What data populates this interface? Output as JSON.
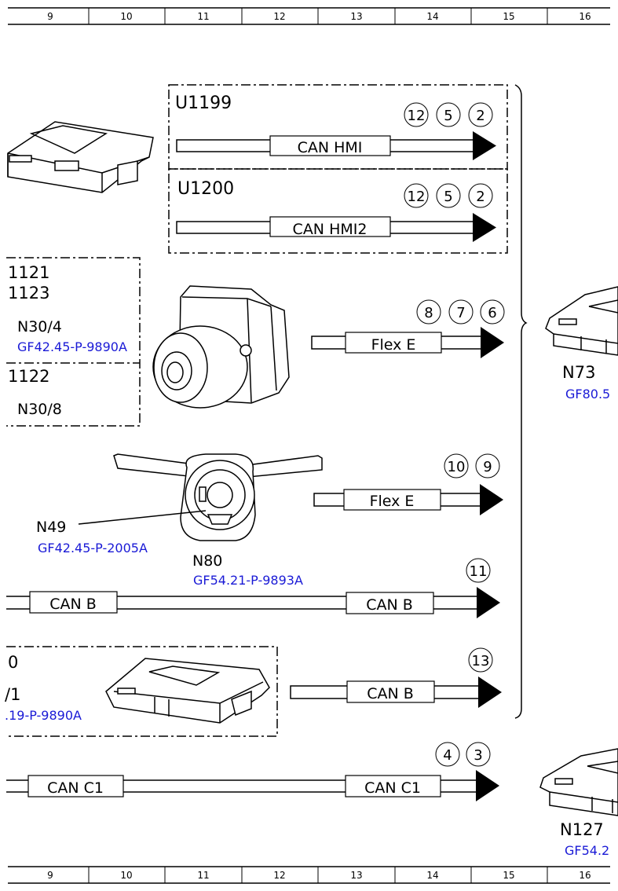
{
  "ruler": {
    "columns": [
      "9",
      "10",
      "11",
      "12",
      "13",
      "14",
      "15",
      "16"
    ]
  },
  "group_top": {
    "codes": [
      "U1199",
      "U1200"
    ],
    "bus1": {
      "label": "CAN HMI",
      "refs": [
        "12",
        "5",
        "2"
      ]
    },
    "bus2": {
      "label": "CAN HMI2",
      "refs": [
        "12",
        "5",
        "2"
      ]
    }
  },
  "group_mid": {
    "codes": [
      "1121",
      "1123",
      "1122"
    ],
    "n30_4": "N30/4",
    "n30_4_ref": "GF42.45-P-9890A",
    "n30_8": "N30/8",
    "bus": {
      "label": "Flex E",
      "refs": [
        "8",
        "7",
        "6"
      ]
    }
  },
  "steering": {
    "n49": "N49",
    "n49_ref": "GF42.45-P-2005A",
    "n80": "N80",
    "n80_ref": "GF54.21-P-9893A",
    "bus": {
      "label": "Flex E",
      "refs": [
        "10",
        "9"
      ]
    }
  },
  "can_b_line": {
    "left_label": "CAN B",
    "right_label": "CAN B",
    "refs": [
      "11"
    ]
  },
  "group_low": {
    "code1": "0",
    "code2": "/1",
    "ref": ".19-P-9890A",
    "bus": {
      "label": "CAN B",
      "refs": [
        "13"
      ]
    }
  },
  "can_c1_line": {
    "left_label": "CAN C1",
    "right_label": "CAN C1",
    "refs": [
      "4",
      "3"
    ]
  },
  "right_units": {
    "n73": "N73",
    "n73_ref": "GF80.5",
    "n127": "N127",
    "n127_ref": "GF54.2"
  }
}
